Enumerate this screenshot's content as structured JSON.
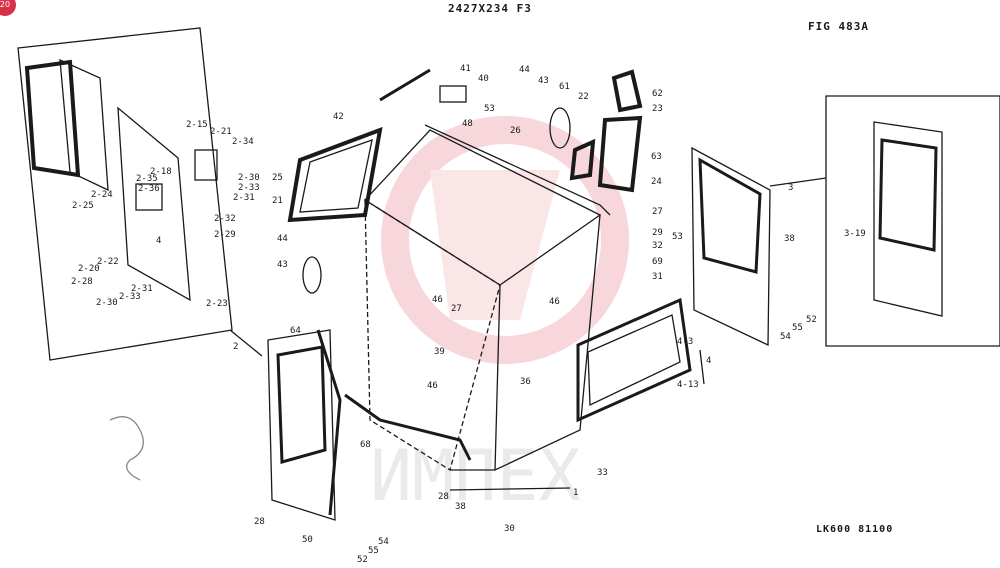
{
  "header": {
    "code": "2427X234 F3",
    "fig": "FIG 483A",
    "model": "LK600 81100",
    "badge": "20"
  },
  "watermark": {
    "text": "ИМПЕХ",
    "color": "#e8a0a8"
  },
  "labels": [
    {
      "id": "l41",
      "t": "41"
    },
    {
      "id": "l40",
      "t": "40"
    },
    {
      "id": "l44a",
      "t": "44"
    },
    {
      "id": "l43a",
      "t": "43"
    },
    {
      "id": "l61",
      "t": "61"
    },
    {
      "id": "l22",
      "t": "22"
    },
    {
      "id": "l62",
      "t": "62"
    },
    {
      "id": "l23",
      "t": "23"
    },
    {
      "id": "l53a",
      "t": "53"
    },
    {
      "id": "l42",
      "t": "42"
    },
    {
      "id": "l48",
      "t": "48"
    },
    {
      "id": "l26",
      "t": "26"
    },
    {
      "id": "l63",
      "t": "63"
    },
    {
      "id": "l24",
      "t": "24"
    },
    {
      "id": "l25",
      "t": "25"
    },
    {
      "id": "l21",
      "t": "21"
    },
    {
      "id": "l27a",
      "t": "27"
    },
    {
      "id": "l29",
      "t": "29"
    },
    {
      "id": "l32",
      "t": "32"
    },
    {
      "id": "l69",
      "t": "69"
    },
    {
      "id": "l31",
      "t": "31"
    },
    {
      "id": "l44b",
      "t": "44"
    },
    {
      "id": "l43b",
      "t": "43"
    },
    {
      "id": "l46a",
      "t": "46"
    },
    {
      "id": "l27b",
      "t": "27"
    },
    {
      "id": "l46b",
      "t": "46"
    },
    {
      "id": "l64",
      "t": "64"
    },
    {
      "id": "l39",
      "t": "39"
    },
    {
      "id": "l36",
      "t": "36"
    },
    {
      "id": "l46c",
      "t": "46"
    },
    {
      "id": "l68",
      "t": "68"
    },
    {
      "id": "l33",
      "t": "33"
    },
    {
      "id": "l28a",
      "t": "28"
    },
    {
      "id": "l38a",
      "t": "38"
    },
    {
      "id": "l1",
      "t": "1"
    },
    {
      "id": "l30",
      "t": "30"
    },
    {
      "id": "l28b",
      "t": "28"
    },
    {
      "id": "l50",
      "t": "50"
    },
    {
      "id": "l54a",
      "t": "54"
    },
    {
      "id": "l55a",
      "t": "55"
    },
    {
      "id": "l52a",
      "t": "52"
    },
    {
      "id": "l2",
      "t": "2"
    },
    {
      "id": "l3",
      "t": "3"
    },
    {
      "id": "l53b",
      "t": "53"
    },
    {
      "id": "l38b",
      "t": "38"
    },
    {
      "id": "l319",
      "t": "3-19"
    },
    {
      "id": "l54b",
      "t": "54"
    },
    {
      "id": "l55b",
      "t": "55"
    },
    {
      "id": "l52b",
      "t": "52"
    },
    {
      "id": "l43c",
      "t": "4-3"
    },
    {
      "id": "l4",
      "t": "4"
    },
    {
      "id": "l413",
      "t": "4-13"
    },
    {
      "id": "l215",
      "t": "2-15"
    },
    {
      "id": "l221",
      "t": "2-21"
    },
    {
      "id": "l234",
      "t": "2-34"
    },
    {
      "id": "l218",
      "t": "2-18"
    },
    {
      "id": "l235",
      "t": "2-35"
    },
    {
      "id": "l236",
      "t": "2-36"
    },
    {
      "id": "l230a",
      "t": "2-30"
    },
    {
      "id": "l233a",
      "t": "2-33"
    },
    {
      "id": "l231a",
      "t": "2-31"
    },
    {
      "id": "l224",
      "t": "2-24"
    },
    {
      "id": "l225",
      "t": "2-25"
    },
    {
      "id": "l232",
      "t": "2-32"
    },
    {
      "id": "l229",
      "t": "2-29"
    },
    {
      "id": "l4b",
      "t": "4"
    },
    {
      "id": "l222",
      "t": "2-22"
    },
    {
      "id": "l220",
      "t": "2-20"
    },
    {
      "id": "l228",
      "t": "2-28"
    },
    {
      "id": "l231b",
      "t": "2-31"
    },
    {
      "id": "l230b",
      "t": "2-30"
    },
    {
      "id": "l233b",
      "t": "2-33"
    },
    {
      "id": "l223a",
      "t": "2-23"
    }
  ]
}
